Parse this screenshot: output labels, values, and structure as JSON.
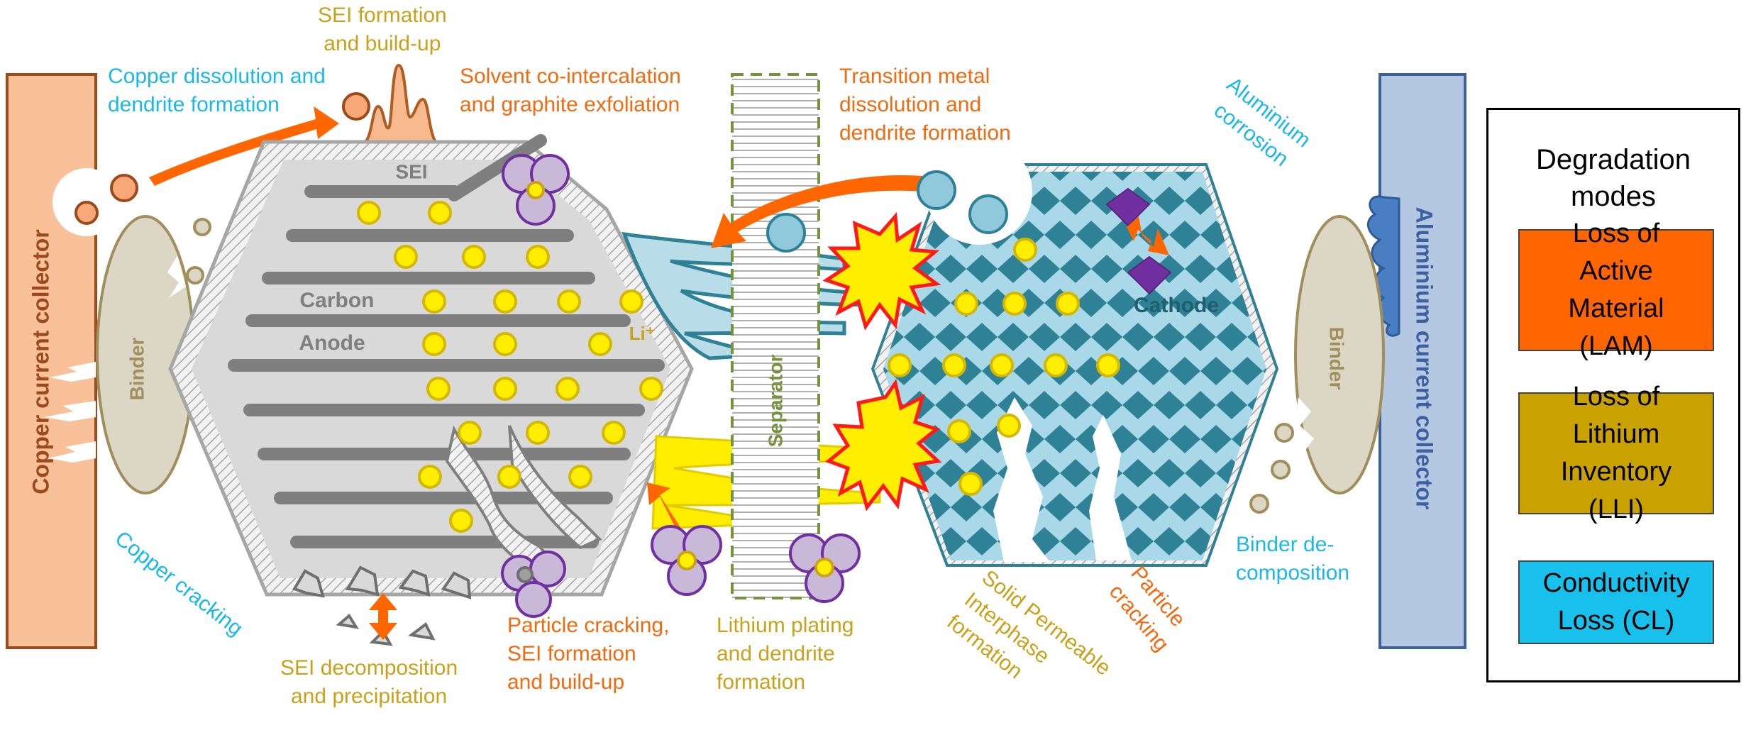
{
  "diagram": {
    "copper_collector_label": "Copper current collector",
    "aluminium_collector_label": "Aluminium current collector",
    "binder_left_label": "Binder",
    "binder_right_label": "Binder",
    "sei_label": "SEI",
    "anode_label_1": "Carbon",
    "anode_label_2": "Anode",
    "li_ion_label": "Li⁺",
    "separator_label": "Separator",
    "cathode_label": "Cathode"
  },
  "annotations": {
    "sei_formation": "SEI formation\nand build-up",
    "copper_dissolution": "Copper dissolution and\ndendrite formation",
    "solvent_cointercalation": "Solvent co-intercalation\nand graphite exfoliation",
    "transition_metal": "Transition metal\ndissolution and\ndendrite formation",
    "aluminium_corrosion": "Aluminium\ncorrosion",
    "copper_cracking": "Copper cracking",
    "sei_decomposition": "SEI decomposition\nand precipitation",
    "particle_cracking_sei": "Particle cracking,\nSEI formation\nand build-up",
    "lithium_plating": "Lithium plating\nand dendrite\nformation",
    "solid_permeable": "Solid Permeable\nInterphase\nformation",
    "particle_cracking": "Particle\ncracking",
    "binder_decomposition": "Binder de-\ncomposition"
  },
  "legend": {
    "title": "Degradation\nmodes",
    "items": [
      {
        "label": "Loss of\nActive\nMaterial\n(LAM)",
        "color": "#ff6600"
      },
      {
        "label": "Loss of\nLithium\nInventory\n(LLI)",
        "color": "#c9a200"
      },
      {
        "label": "Conductivity\nLoss (CL)",
        "color": "#17c1ec"
      }
    ]
  },
  "colors": {
    "copper": "#f8c19a",
    "copper_border": "#9c4a1c",
    "aluminium": "#b4c8e2",
    "aluminium_border": "#3d60a0",
    "binder": "#dcd6c4",
    "anode_fill": "#d9d9d9",
    "anode_stripe": "#7f7f7f",
    "lithium": "#ffee00",
    "cathode_fill": "#a9d9e8",
    "cathode_diamond": "#2f8296",
    "tm_particle": "#7030a0",
    "arrow_orange": "#ff6600",
    "label_orange": "#f26a10",
    "label_gold": "#c9a21b",
    "label_cyan": "#1ab8e8"
  }
}
